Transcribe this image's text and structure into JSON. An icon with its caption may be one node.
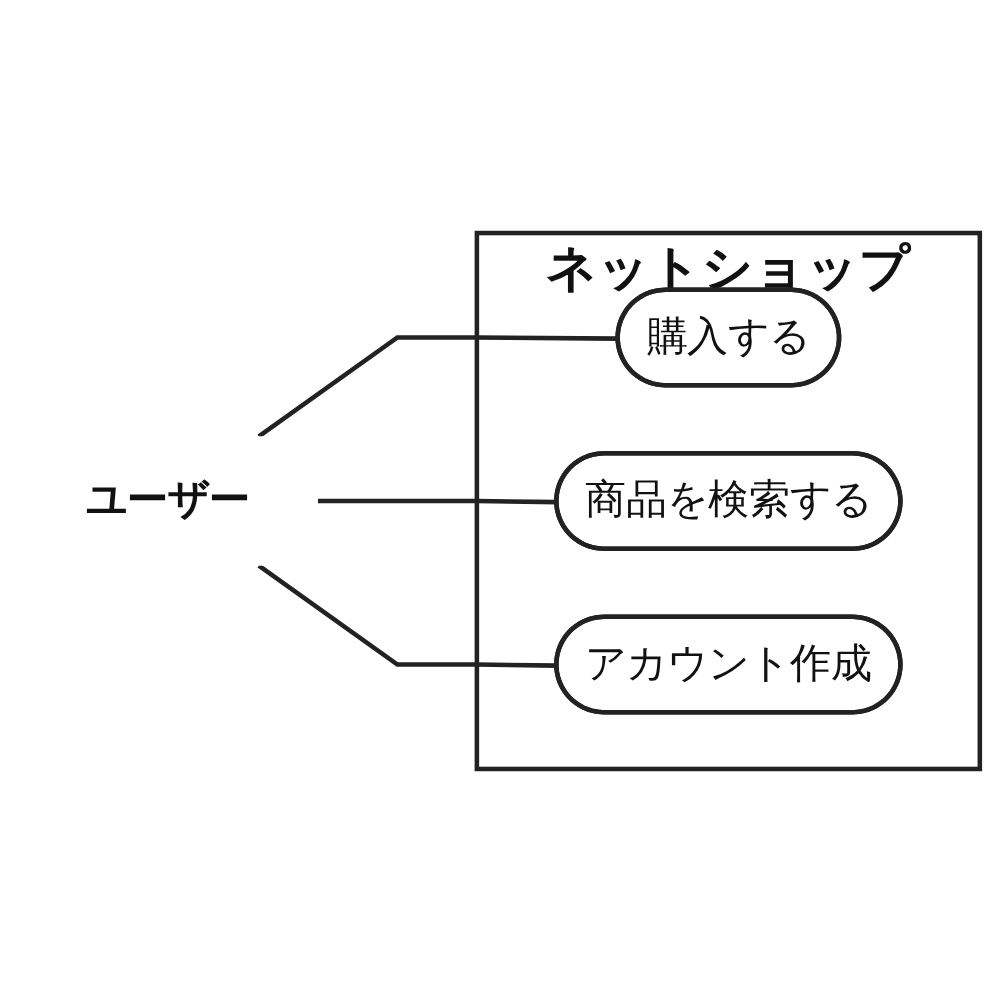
{
  "diagram": {
    "nodes": [
      {
        "text": [
          "ユーザー"
        ]
      },
      {
        "text": [
          "ネットショップ"
        ]
      },
      {
        "text": [
          "購入する"
        ],
        "in": 1
      },
      {
        "text": [
          "商品を検索する"
        ],
        "in": 1
      },
      {
        "text": [
          "アカウント作成"
        ],
        "in": 1
      }
    ],
    "edges": [
      {
        "from": 0,
        "to": 2,
        "arrow": "none"
      },
      {
        "from": 0,
        "to": 3,
        "arrow": "none"
      },
      {
        "from": 0,
        "to": 4,
        "arrow": "none"
      }
    ]
  }
}
